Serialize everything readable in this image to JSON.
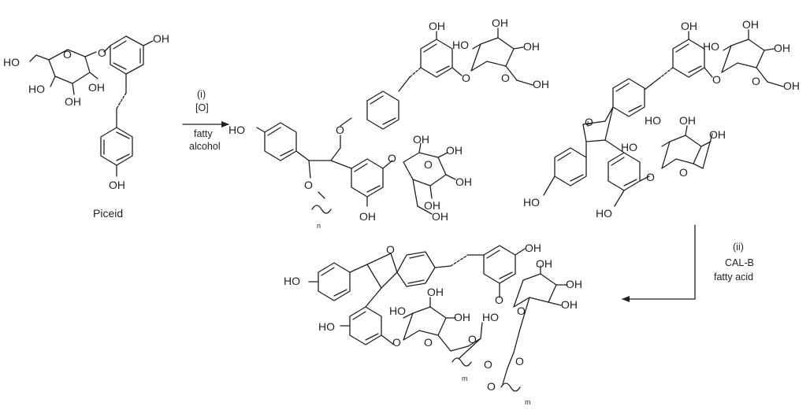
{
  "compound_name": "Piceid",
  "step1": {
    "label": "(i)",
    "reagent": "[O]",
    "solvent_line1": "fatty",
    "solvent_line2": "alcohol"
  },
  "plus": "+",
  "step2": {
    "label": "(ii)",
    "enzyme": "CAL-B",
    "reagent": "fatty acid"
  },
  "atoms": {
    "O": "O",
    "OH": "OH",
    "HO": "HO",
    "ring_O": "O"
  },
  "subscripts": {
    "n": "n",
    "m": "m"
  }
}
